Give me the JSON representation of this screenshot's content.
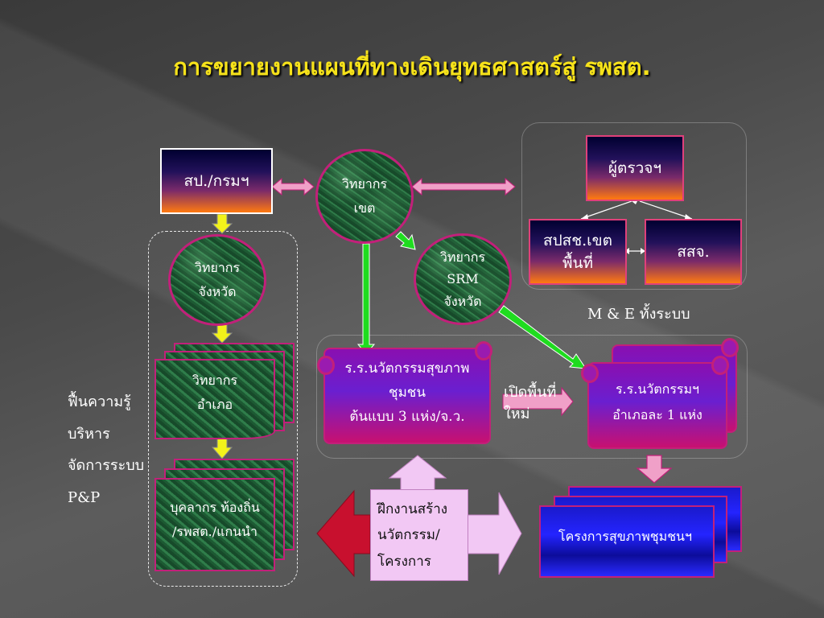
{
  "title": "การขยายงานแผนที่ทางเดินยุทธศาสตร์สู่ รพสต.",
  "boxes": {
    "sp_krom": "สป./กรมฯ",
    "inspector": "ผู้ตรวจฯ",
    "spsch": "สปสช.เขต\nพื้นที่",
    "ssj": "สสจ."
  },
  "circles": {
    "region": "วิทยากร\nเขต",
    "province": "วิทยากร\nจังหวัด",
    "srm": "วิทยากร\nSRM\nจังหวัด"
  },
  "stacks": {
    "district": "วิทยากร\nอำเภอ",
    "local": "บุคลากร ท้องถิ่น\n/รพสต./แกนนำ",
    "projects": "โครงการสุขภาพชุมชนฯ"
  },
  "scrolls": {
    "model": "ร.ร.นวัตกรรมสุขภาพ\nชุมชน\nต้นแบบ 3 แห่ง/จ.ว.",
    "district_school": "ร.ร.นวัตกรรมฯ\nอำเภอละ 1 แห่ง"
  },
  "labels": {
    "me": "M & E ทั้งระบบ",
    "new_area": "เปิดพื้นที่\nใหม่",
    "left_side": [
      "ฟื้นความรู้",
      "บริหาร",
      "จัดการระบบ",
      "P&P"
    ]
  },
  "callout": "ฝึกงานสร้าง\nนวัตกรรม/\nโครงการ",
  "colors": {
    "title": "#f6e21a",
    "pink_arrow": "#f0a0c8",
    "green_arrow": "#1fdc1f",
    "yellow_arrow": "#f2f21a",
    "red_arrow": "#c8102e",
    "marble_border": "#c2207a"
  }
}
